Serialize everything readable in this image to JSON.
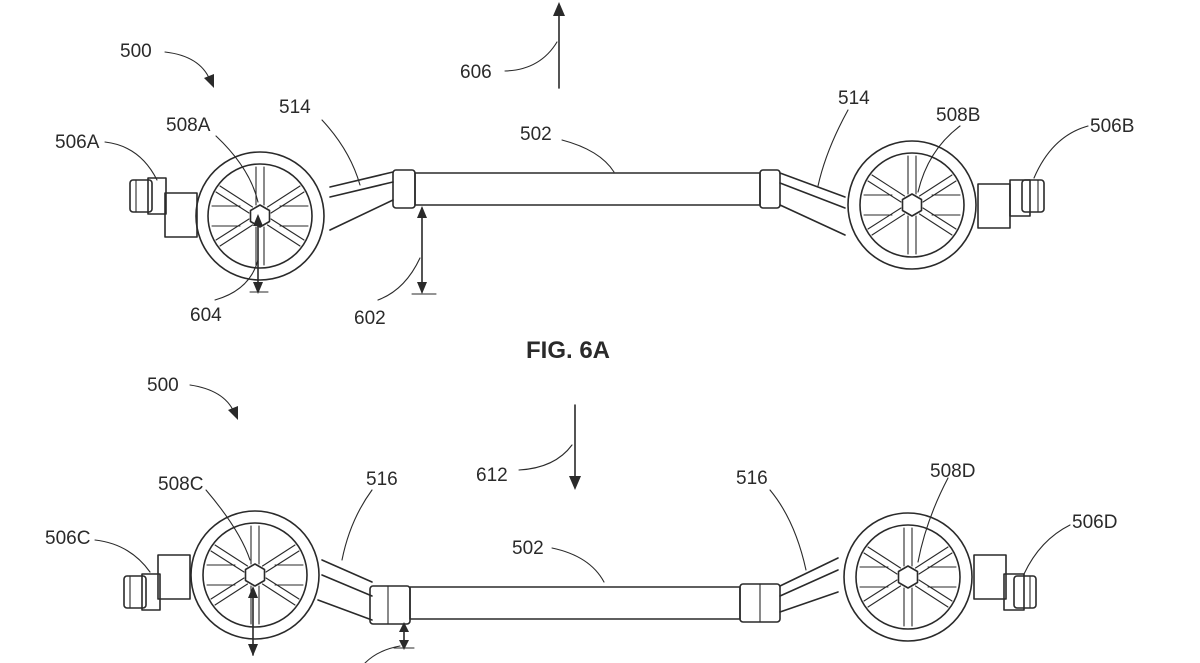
{
  "figure_caption": "FIG. 6A",
  "labels": {
    "a_500": "500",
    "a_606": "606",
    "a_514_left": "514",
    "a_514_right": "514",
    "a_502": "502",
    "a_506A": "506A",
    "a_508A": "508A",
    "a_508B": "508B",
    "a_506B": "506B",
    "a_604": "604",
    "a_602": "602",
    "b_500": "500",
    "b_612": "612",
    "b_516_left": "516",
    "b_516_right": "516",
    "b_502": "502",
    "b_506C": "506C",
    "b_508C": "508C",
    "b_508D": "508D",
    "b_506D": "506D"
  }
}
